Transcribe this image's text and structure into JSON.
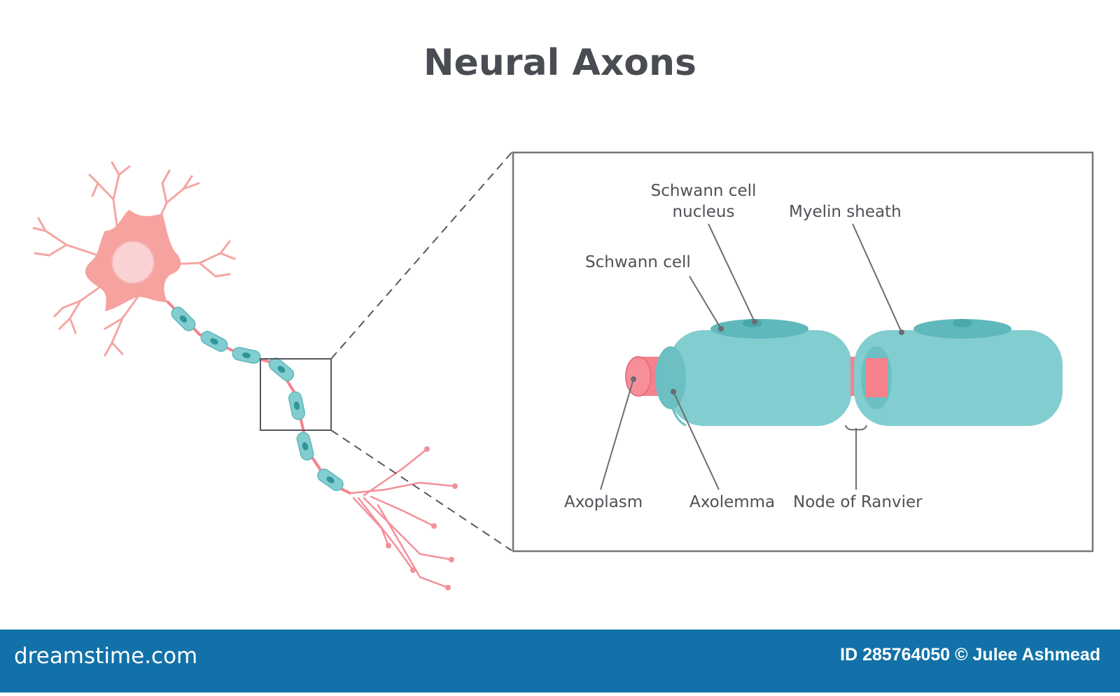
{
  "title": "Neural Axons",
  "labels": {
    "schwann_nucleus_line1": "Schwann cell",
    "schwann_nucleus_line2": "nucleus",
    "myelin_sheath": "Myelin sheath",
    "schwann_cell": "Schwann cell",
    "axoplasm": "Axoplasm",
    "axolemma": "Axolemma",
    "node_of_ranvier": "Node of Ranvier"
  },
  "footer": {
    "brand": "dreamstime.com",
    "credit": "ID 285764050 © Julee Ashmead"
  },
  "colors": {
    "soma": "#f6a3a0",
    "nucleus": "#fbd2d3",
    "myelin": "#82cdd0",
    "myelin_dark": "#5fb8bb",
    "schwann_nucleus": "#48a8aa",
    "axon": "#f5818d",
    "footer": "#1271a8",
    "text": "#4a4c53"
  }
}
